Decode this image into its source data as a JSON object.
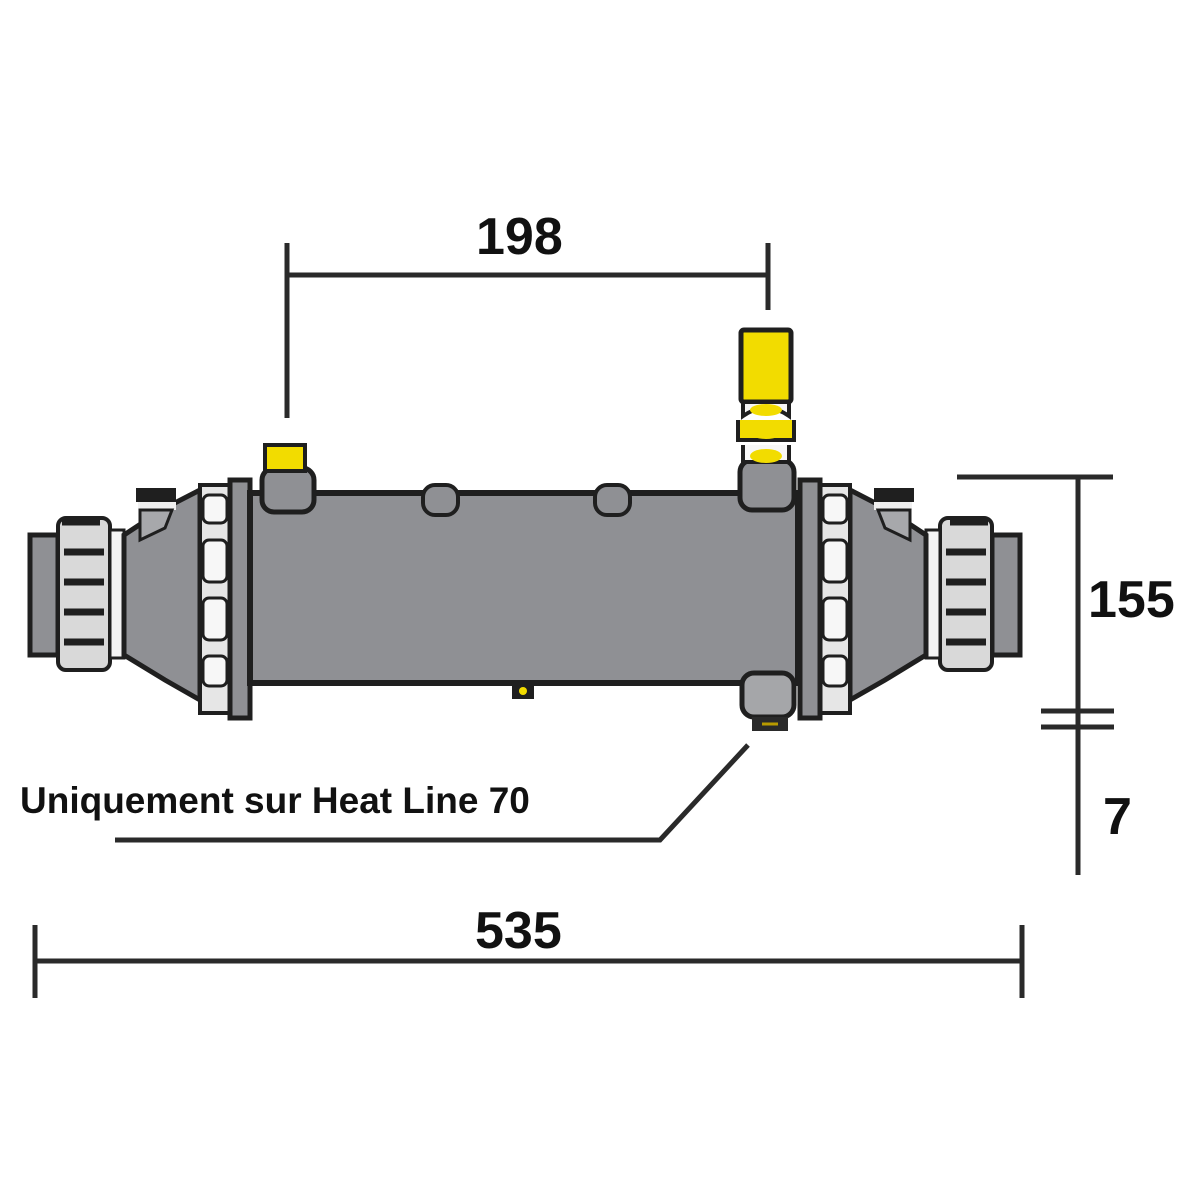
{
  "diagram": {
    "subject": "heat-exchanger-dimensional-drawing",
    "colors": {
      "body": "#8f9094",
      "body_dark": "#6e6f73",
      "outline": "#1f1f1f",
      "fitting_yellow": "#f2dc00",
      "union_light": "#d9d9d9",
      "background": "#ffffff"
    },
    "dimensions": {
      "top_spacing": {
        "value": "198",
        "description": "distance between top ports"
      },
      "height": {
        "value": "155",
        "description": "body height"
      },
      "height_offset": {
        "value": "7",
        "description": "offset below break mark"
      },
      "total_length": {
        "value": "535",
        "description": "overall length"
      }
    },
    "annotation": {
      "text": "Uniquement sur Heat Line 70"
    }
  }
}
